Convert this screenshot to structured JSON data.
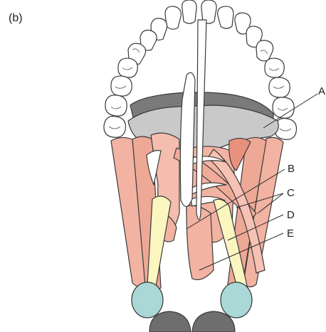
{
  "panel_label": "(b)",
  "labels": {
    "a": "A",
    "b": "B",
    "c": "C",
    "d": "D",
    "e": "E"
  },
  "colors": {
    "muscle": "#f2b3a3",
    "muscle_dark": "#e89682",
    "bone": "#c8c8c8",
    "bone_dark": "#777777",
    "tooth": "#ffffff",
    "tendon": "#fbf5c0",
    "gland": "#a9d8d6",
    "outline": "#3a3a3a"
  }
}
